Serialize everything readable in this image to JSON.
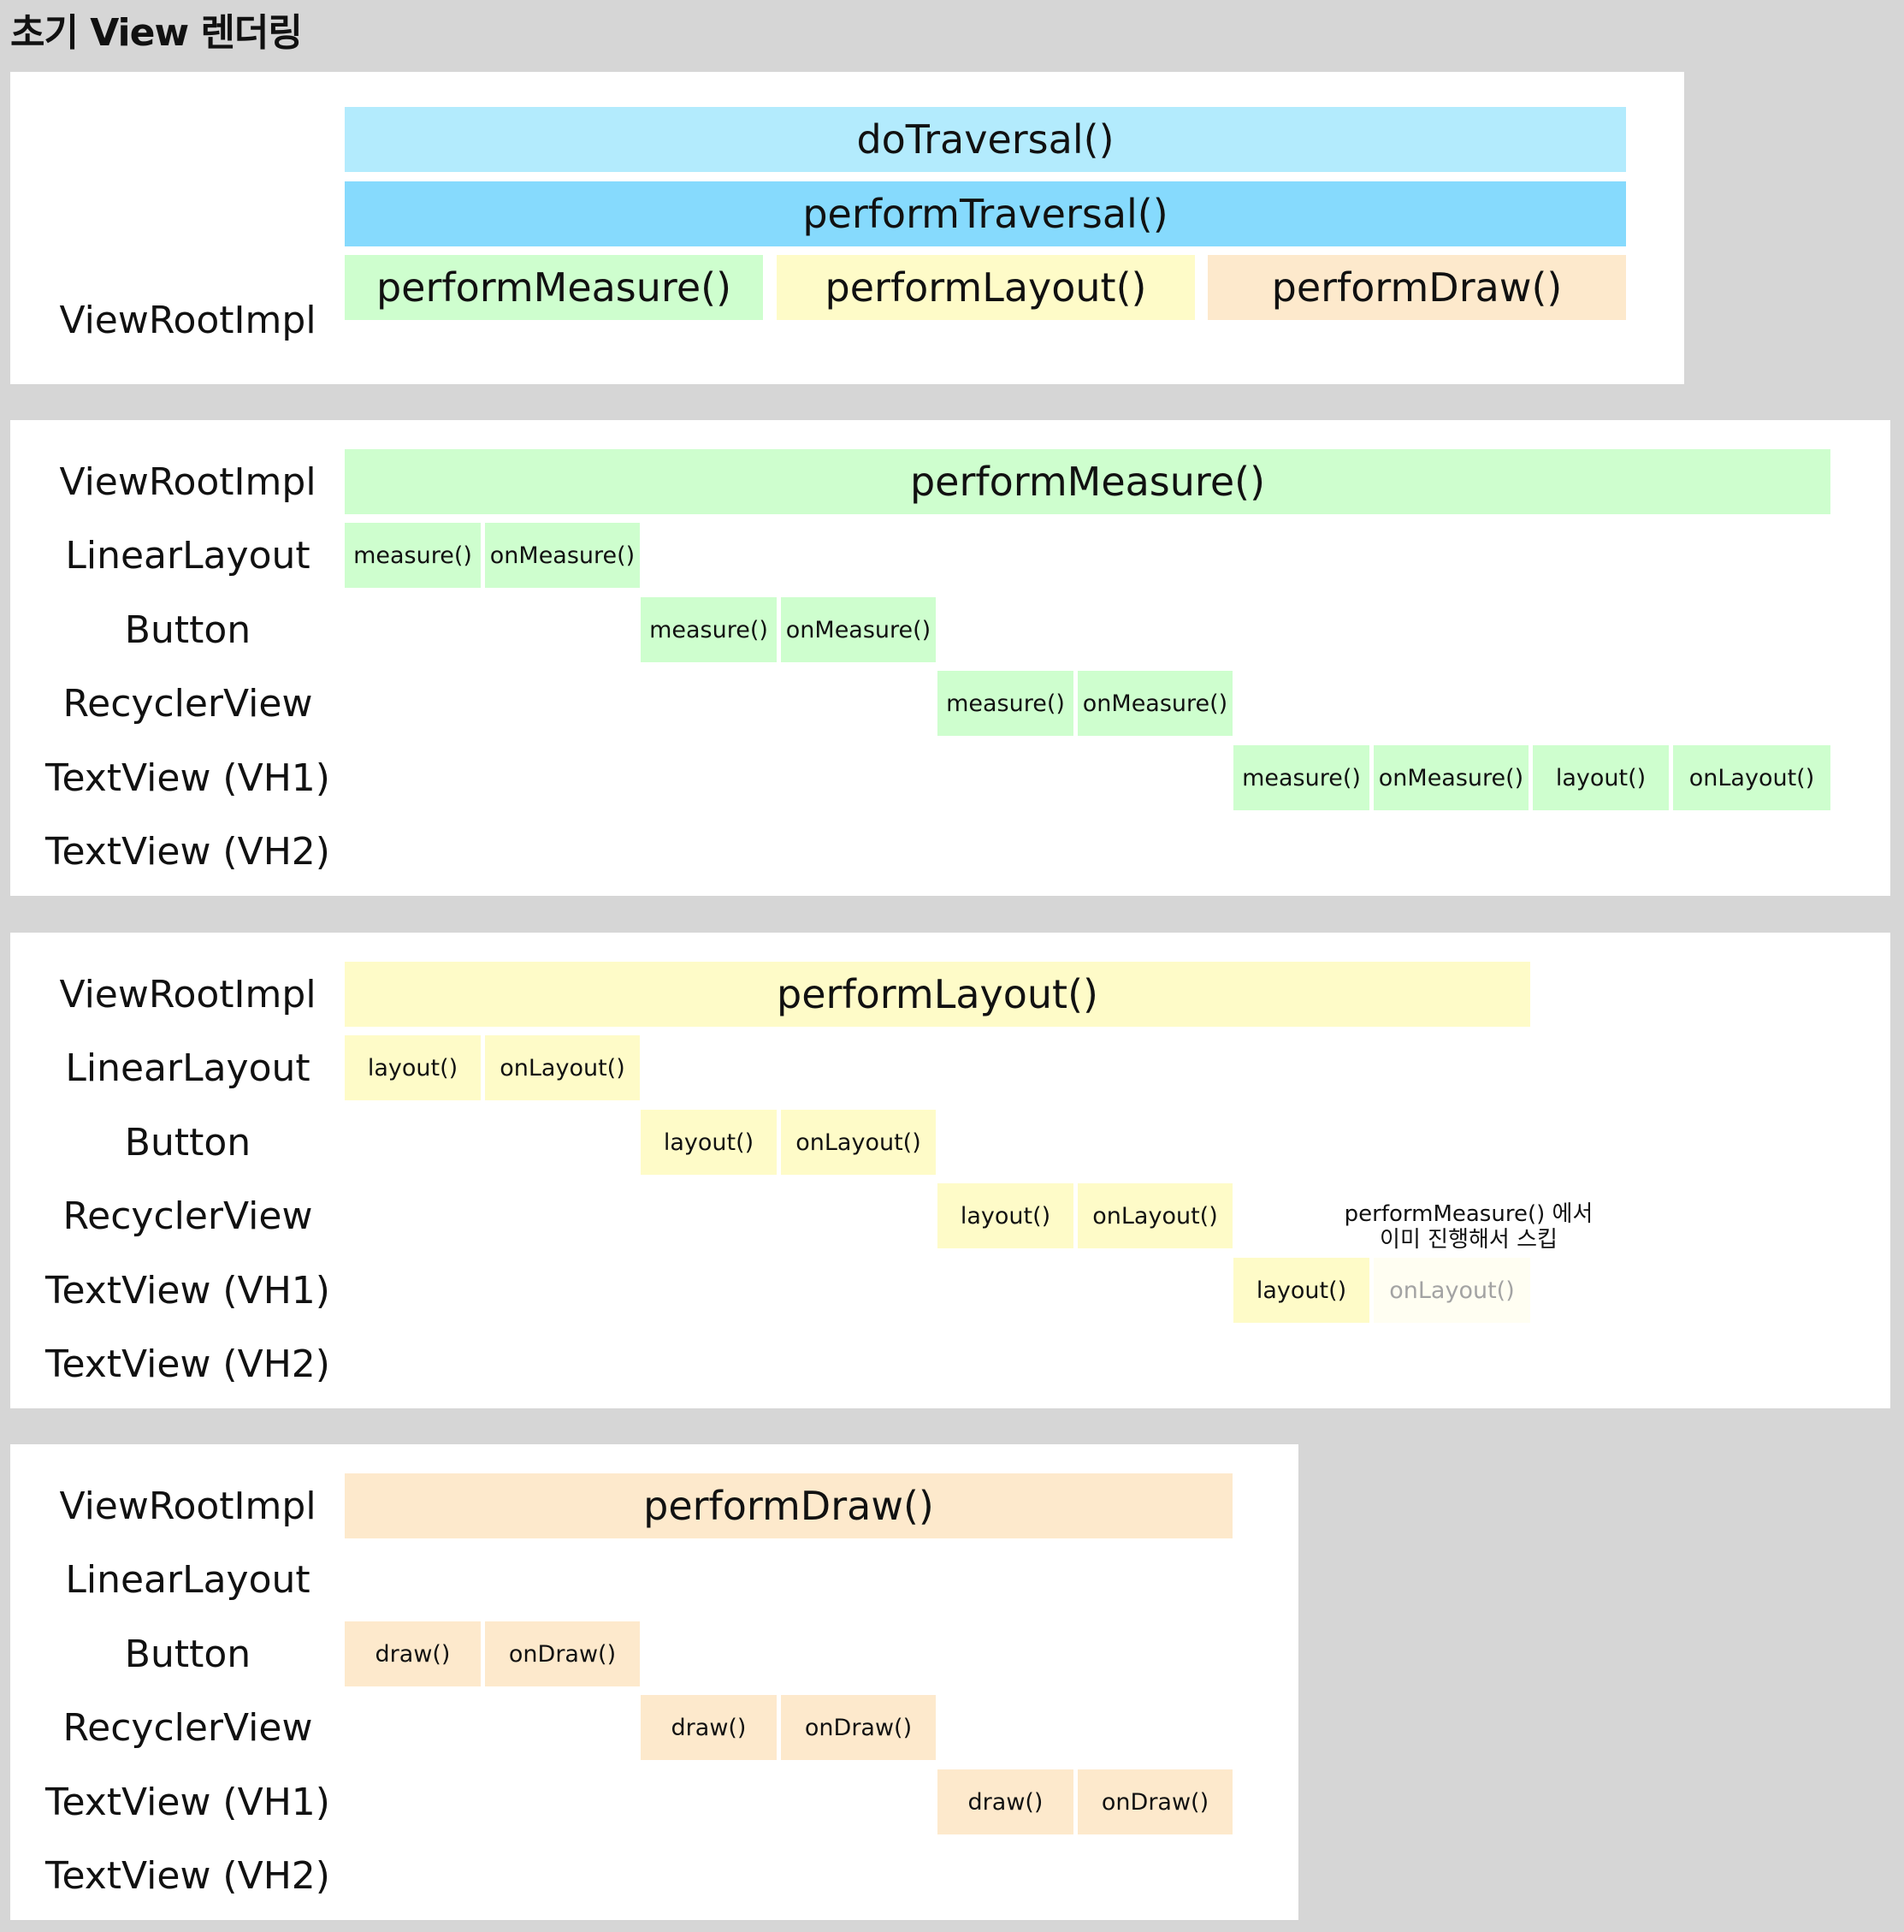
{
  "title": "초기 View 렌더링",
  "overview": {
    "label": "ViewRootImpl",
    "do_traversal": "doTraversal()",
    "perform_traversal": "performTraversal()",
    "perform_measure": "performMeasure()",
    "perform_layout": "performLayout()",
    "perform_draw": "performDraw()"
  },
  "rows": [
    "ViewRootImpl",
    "LinearLayout",
    "Button",
    "RecyclerView",
    "TextView (VH1)",
    "TextView (VH2)"
  ],
  "measure_phase": {
    "header": "performMeasure()",
    "measure": "measure()",
    "on_measure": "onMeasure()",
    "layout": "layout()",
    "on_layout": "onLayout()"
  },
  "layout_phase": {
    "header": "performLayout()",
    "layout": "layout()",
    "on_layout": "onLayout()",
    "skip_note_line1": "performMeasure() 에서",
    "skip_note_line2": "이미 진행해서 스킵"
  },
  "draw_phase": {
    "header": "performDraw()",
    "draw": "draw()",
    "on_draw": "onDraw()"
  },
  "colors": {
    "background": "#d6d6d6",
    "traversal_light": "#b3ebfd",
    "traversal": "#86dafd",
    "measure": "#cefece",
    "layout": "#fefbc8",
    "draw": "#fde9cc",
    "skipped": "#fffef2"
  }
}
